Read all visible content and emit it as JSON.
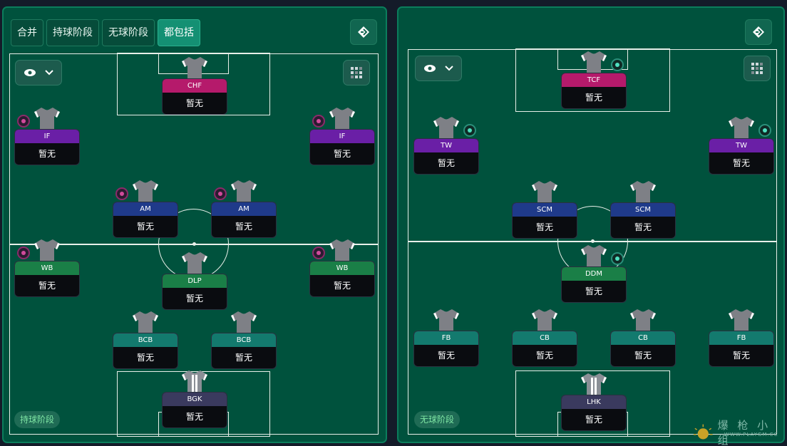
{
  "left_panel": {
    "tabs": [
      {
        "label": "合并",
        "active": false
      },
      {
        "label": "持球阶段",
        "active": false
      },
      {
        "label": "无球阶段",
        "active": false
      },
      {
        "label": "都包括",
        "active": true
      }
    ],
    "phase_label": "持球阶段",
    "players": [
      {
        "role": "CHF",
        "name": "暂无",
        "role_color": "#b51a6b",
        "indicator": "none"
      },
      {
        "role": "IF",
        "name": "暂无",
        "role_color": "#6a1fa6",
        "indicator": "pink"
      },
      {
        "role": "IF",
        "name": "暂无",
        "role_color": "#6a1fa6",
        "indicator": "pink"
      },
      {
        "role": "AM",
        "name": "暂无",
        "role_color": "#1f3a8a",
        "indicator": "pink"
      },
      {
        "role": "AM",
        "name": "暂无",
        "role_color": "#1f3a8a",
        "indicator": "pink"
      },
      {
        "role": "WB",
        "name": "暂无",
        "role_color": "#1a7f47",
        "indicator": "pink"
      },
      {
        "role": "DLP",
        "name": "暂无",
        "role_color": "#1a7f47",
        "indicator": "none"
      },
      {
        "role": "WB",
        "name": "暂无",
        "role_color": "#1a7f47",
        "indicator": "pink"
      },
      {
        "role": "BCB",
        "name": "暂无",
        "role_color": "#137a6e",
        "indicator": "none"
      },
      {
        "role": "BCB",
        "name": "暂无",
        "role_color": "#137a6e",
        "indicator": "none"
      },
      {
        "role": "BGK",
        "name": "暂无",
        "role_color": "#3a3a5e",
        "indicator": "none",
        "goalkeeper": true
      }
    ]
  },
  "right_panel": {
    "phase_label": "无球阶段",
    "players": [
      {
        "role": "TCF",
        "name": "暂无",
        "role_color": "#b51a6b",
        "indicator": "teal"
      },
      {
        "role": "TW",
        "name": "暂无",
        "role_color": "#6a1fa6",
        "indicator": "teal"
      },
      {
        "role": "TW",
        "name": "暂无",
        "role_color": "#6a1fa6",
        "indicator": "teal"
      },
      {
        "role": "SCM",
        "name": "暂无",
        "role_color": "#1f3a8a",
        "indicator": "none"
      },
      {
        "role": "SCM",
        "name": "暂无",
        "role_color": "#1f3a8a",
        "indicator": "none"
      },
      {
        "role": "DDM",
        "name": "暂无",
        "role_color": "#1a7f47",
        "indicator": "teal"
      },
      {
        "role": "FB",
        "name": "暂无",
        "role_color": "#137a6e",
        "indicator": "none"
      },
      {
        "role": "CB",
        "name": "暂无",
        "role_color": "#137a6e",
        "indicator": "none"
      },
      {
        "role": "CB",
        "name": "暂无",
        "role_color": "#137a6e",
        "indicator": "none"
      },
      {
        "role": "FB",
        "name": "暂无",
        "role_color": "#137a6e",
        "indicator": "none"
      },
      {
        "role": "LHK",
        "name": "暂无",
        "role_color": "#3a3a5e",
        "indicator": "none",
        "goalkeeper": true
      }
    ]
  },
  "icons": {
    "corner_button": "tactics-board-icon",
    "visibility": "eye-icon",
    "dropdown": "chevron-down-icon",
    "grid": "grid-icon"
  },
  "watermark": {
    "text": "爆 枪 小 组",
    "sub": "WWW.PLAYGM.CC"
  }
}
